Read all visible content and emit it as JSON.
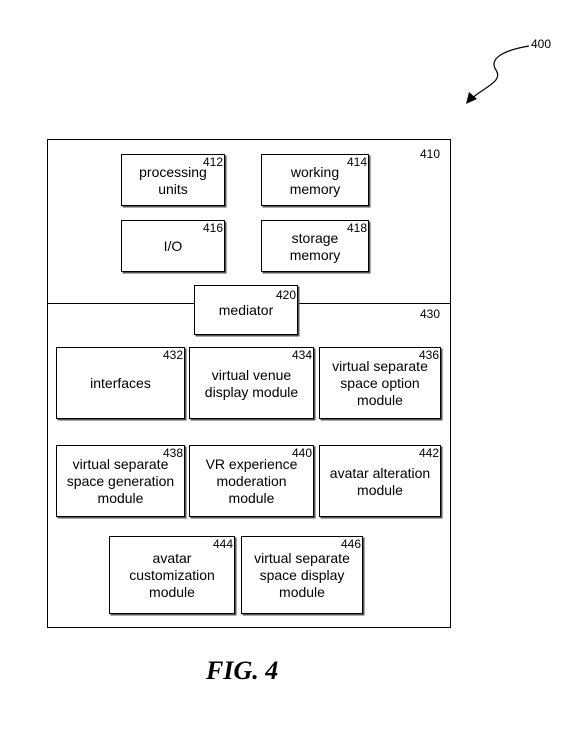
{
  "figure_ref": "400",
  "caption": "FIG. 4",
  "system_block": {
    "ref": "410"
  },
  "module_block": {
    "ref": "430"
  },
  "mediator": {
    "ref": "420",
    "label": "mediator"
  },
  "components": {
    "processing_units": {
      "ref": "412",
      "label": "processing\nunits"
    },
    "working_memory": {
      "ref": "414",
      "label": "working\nmemory"
    },
    "io": {
      "ref": "416",
      "label": "I/O"
    },
    "storage_memory": {
      "ref": "418",
      "label": "storage\nmemory"
    }
  },
  "modules": {
    "interfaces": {
      "ref": "432",
      "label": "interfaces"
    },
    "virtual_venue_display": {
      "ref": "434",
      "label": "virtual venue\ndisplay module"
    },
    "virtual_separate_space_option": {
      "ref": "436",
      "label": "virtual separate\nspace option\nmodule"
    },
    "virtual_separate_space_generation": {
      "ref": "438",
      "label": "virtual separate\nspace generation\nmodule"
    },
    "vr_experience_moderation": {
      "ref": "440",
      "label": "VR experience\nmoderation\nmodule"
    },
    "avatar_alteration": {
      "ref": "442",
      "label": "avatar alteration\nmodule"
    },
    "avatar_customization": {
      "ref": "444",
      "label": "avatar\ncustomization\nmodule"
    },
    "virtual_separate_space_display": {
      "ref": "446",
      "label": "virtual separate\nspace display\nmodule"
    }
  }
}
